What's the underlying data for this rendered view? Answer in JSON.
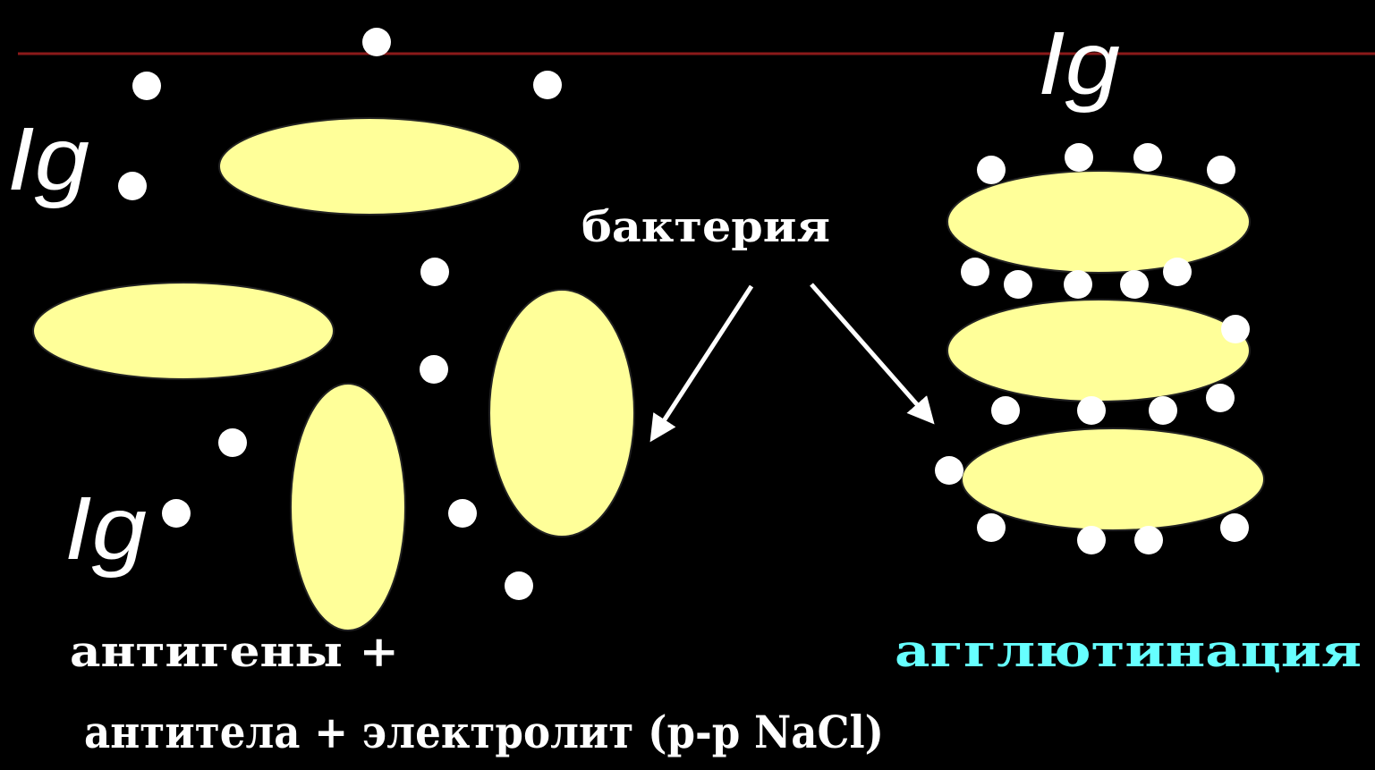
{
  "colors": {
    "background": "#000000",
    "bacterium_fill": "#FFFF99",
    "bacterium_stroke": "#222222",
    "antibody": "#FFFFFF",
    "top_line": "#8B1A1A",
    "arrow": "#FFFFFF",
    "label_white": "#FFFFFF",
    "label_cyan": "#66FFFF"
  },
  "labels": {
    "ig_top_left": "Ig",
    "ig_bottom_left": "Ig",
    "ig_right": "Ig",
    "bacterium": "бактерия",
    "antigens": "антигены +",
    "agglutination": "агглютинация",
    "antibodies_electrolyte": "антитела  + электролит (р-р NaCl)"
  }
}
